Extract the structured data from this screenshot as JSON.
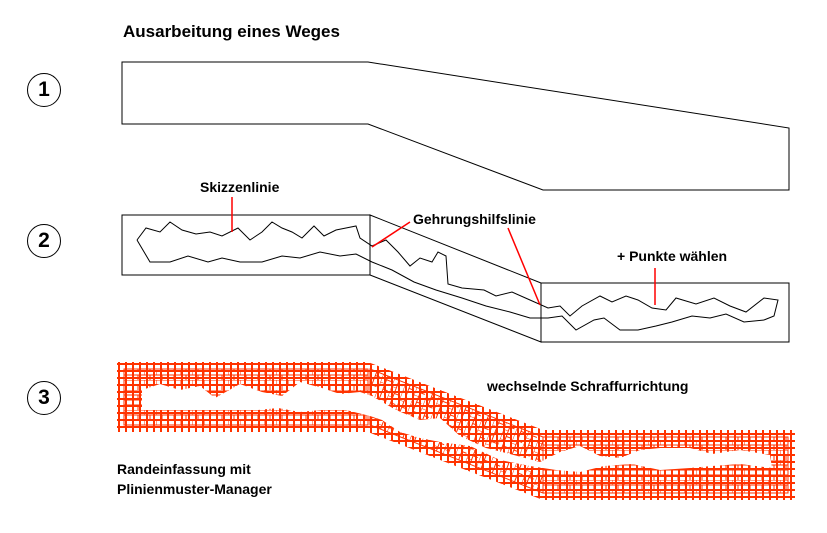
{
  "title": "Ausarbeitung eines Weges",
  "steps": [
    "1",
    "2",
    "3"
  ],
  "labels": {
    "sketch_line": "Skizzenlinie",
    "miter_line": "Gehrungshilfslinie",
    "pick_points": "+ Punkte wählen",
    "alternating_hatch": "wechselnde Schraffurrichtung",
    "border_line1": "Randeinfassung mit",
    "border_line2": "Plinienmuster-Manager"
  },
  "colors": {
    "hatch": "#ff3300",
    "leader": "#ff0000",
    "outline": "#000000"
  }
}
